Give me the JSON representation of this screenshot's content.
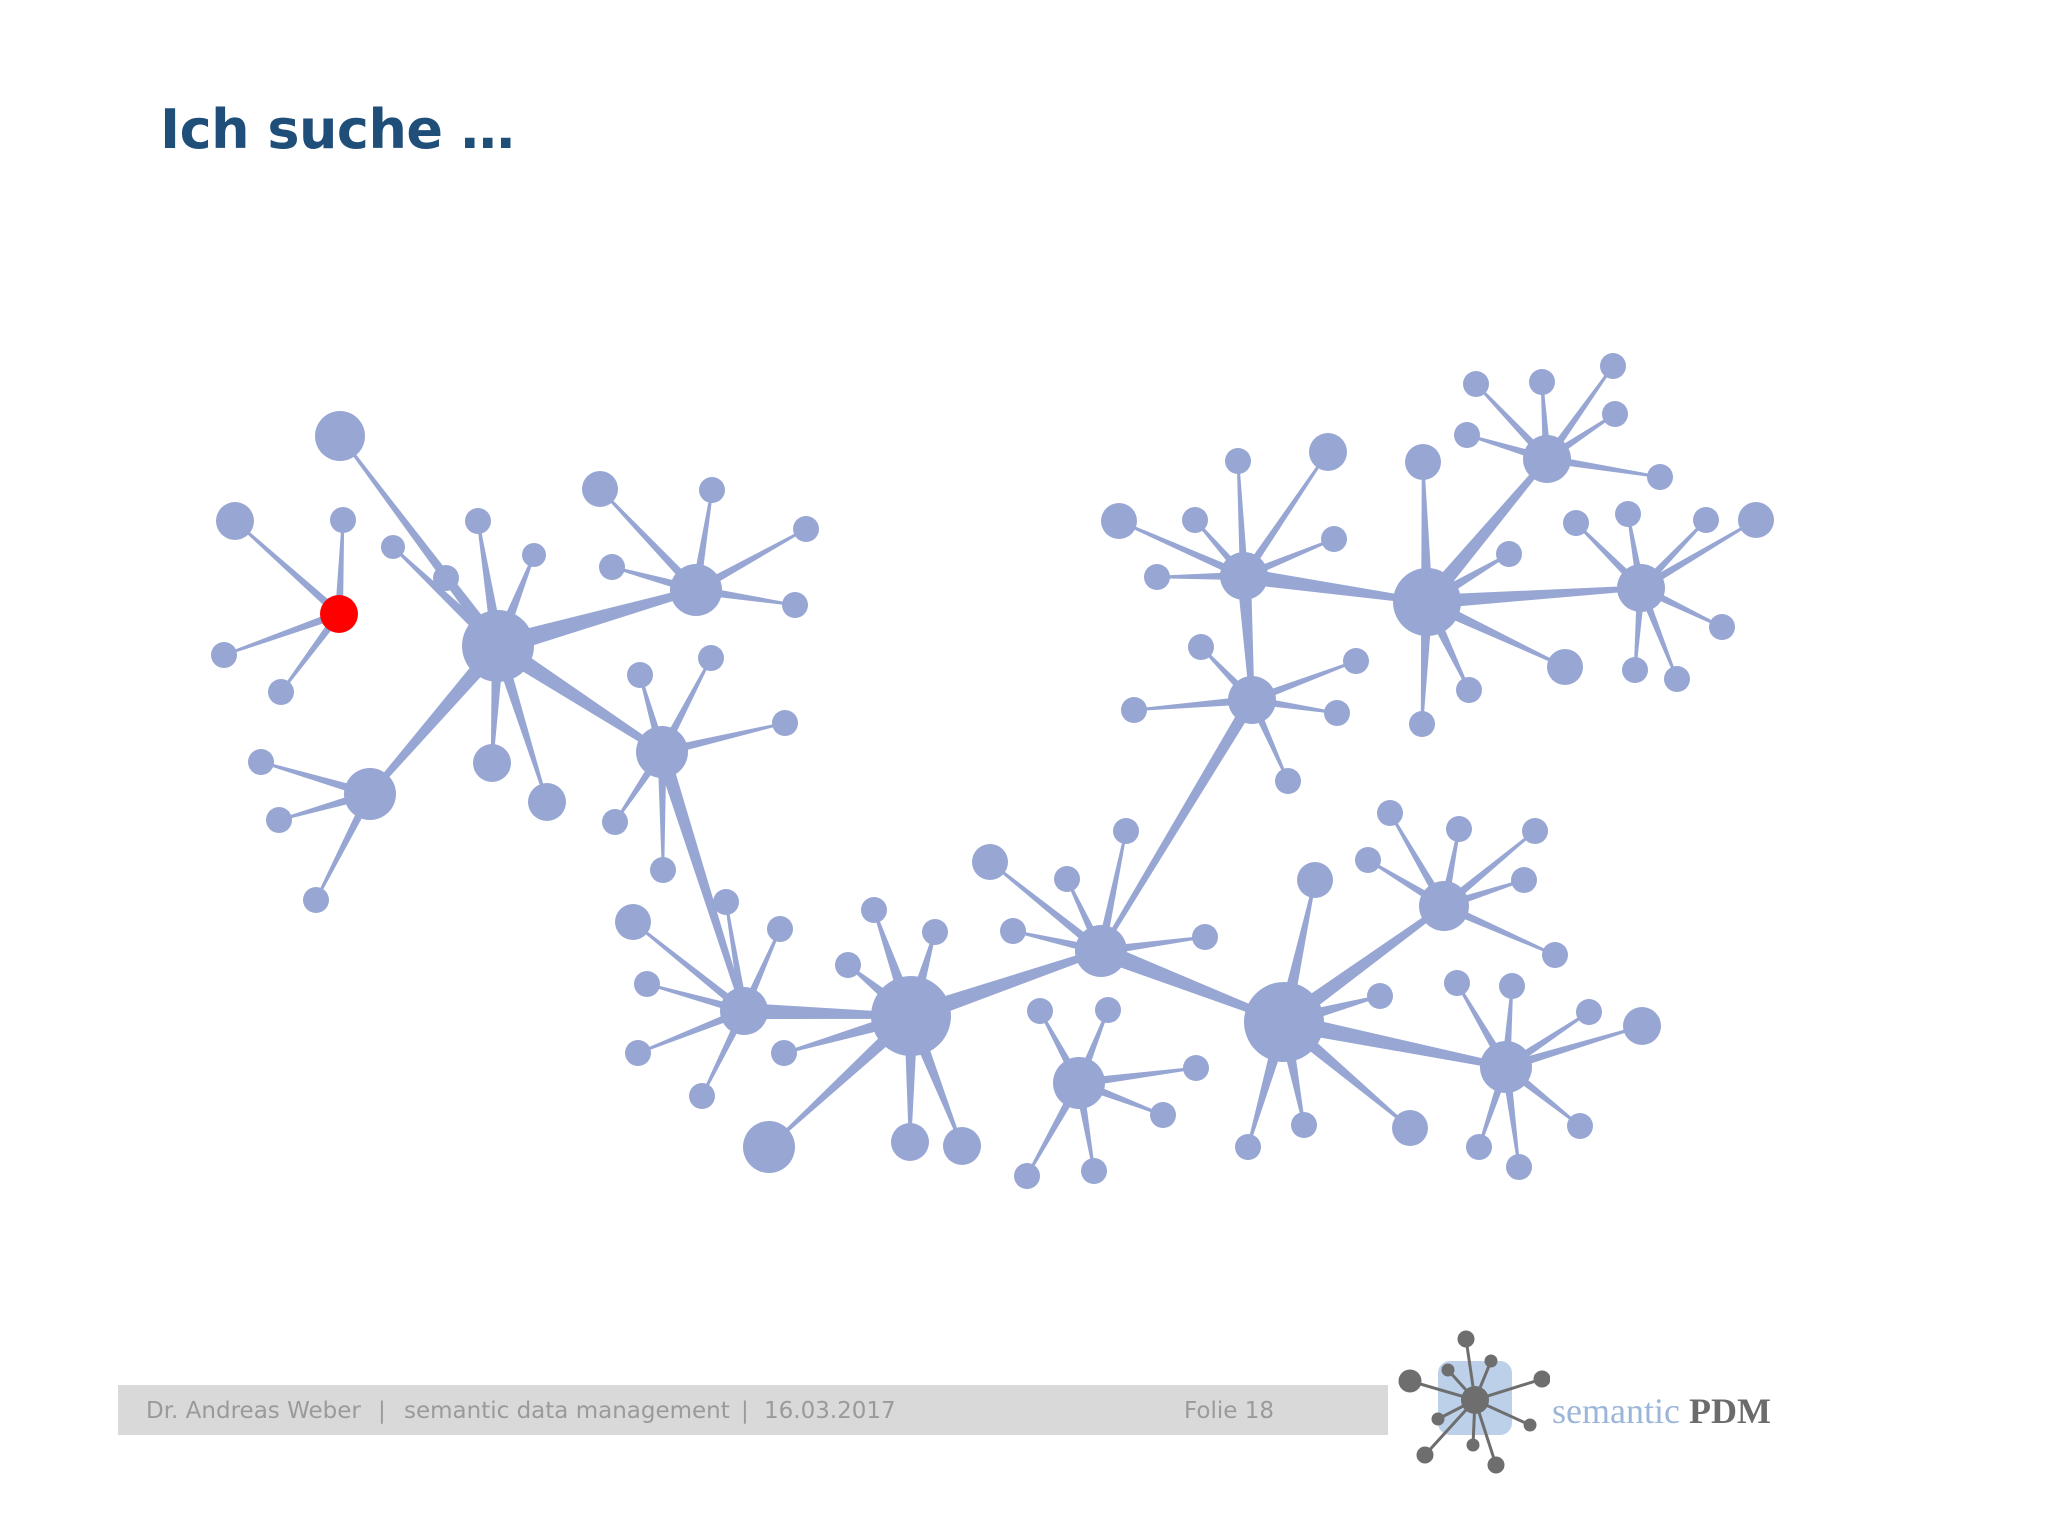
{
  "slide": {
    "title": "Ich suche …"
  },
  "footer": {
    "author": "Dr. Andreas Weber",
    "sep1": "|",
    "topic": "semantic data management",
    "sep2": "|",
    "date": "16.03.2017",
    "slide_label": "Folie 18"
  },
  "logo": {
    "word1": "semantic",
    "word2": "PDM"
  },
  "colors": {
    "title": "#1f4e79",
    "node": "#97a6d3",
    "highlight": "#ff0000",
    "footer_bg": "#d9d9d9",
    "footer_text": "#9a9a9a"
  }
}
